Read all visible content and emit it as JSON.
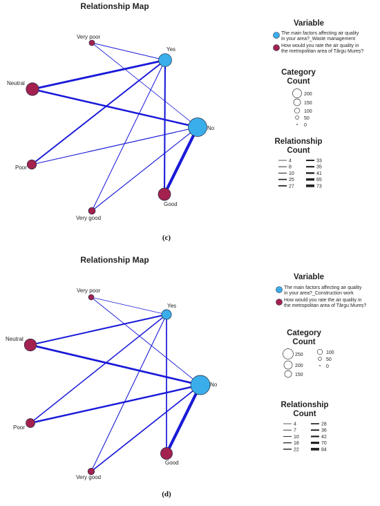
{
  "colors": {
    "blue_node": "#3aaeea",
    "red_node": "#a3214f",
    "edge": "#1a1ad8",
    "outline": "#1f2a44"
  },
  "panels": [
    {
      "title": "Relationship Map",
      "caption": "(c)",
      "nodes": [
        {
          "id": "very_poor",
          "label": "Very poor",
          "group": "rating",
          "count": 4
        },
        {
          "id": "yes",
          "label": "Yes",
          "group": "factor",
          "count": 80
        },
        {
          "id": "neutral",
          "label": "Neutral",
          "group": "rating",
          "count": 75
        },
        {
          "id": "no",
          "label": "No",
          "group": "factor",
          "count": 200
        },
        {
          "id": "poor",
          "label": "Poor",
          "group": "rating",
          "count": 30
        },
        {
          "id": "good",
          "label": "Good",
          "group": "rating",
          "count": 70
        },
        {
          "id": "very_good",
          "label": "Very good",
          "group": "rating",
          "count": 10
        }
      ],
      "edges": [
        {
          "from": "very_poor",
          "to": "yes",
          "count": 8
        },
        {
          "from": "very_poor",
          "to": "no",
          "count": 4
        },
        {
          "from": "neutral",
          "to": "yes",
          "count": 41
        },
        {
          "from": "neutral",
          "to": "no",
          "count": 35
        },
        {
          "from": "poor",
          "to": "yes",
          "count": 25
        },
        {
          "from": "poor",
          "to": "no",
          "count": 10
        },
        {
          "from": "good",
          "to": "yes",
          "count": 27
        },
        {
          "from": "good",
          "to": "no",
          "count": 65
        },
        {
          "from": "very_good",
          "to": "yes",
          "count": 8
        },
        {
          "from": "very_good",
          "to": "no",
          "count": 10
        }
      ],
      "legend": {
        "variable_title": "Variable",
        "variables": [
          {
            "group": "factor",
            "text": [
              "The main factors affecting air quality",
              "in your area?_Waste management"
            ]
          },
          {
            "group": "rating",
            "text": [
              "How would you rate the air quality in",
              "the metropolitan area of Târgu Mureș?"
            ]
          }
        ],
        "category_title": [
          "Category",
          "Count"
        ],
        "category_counts": [
          200,
          150,
          100,
          50,
          0
        ],
        "relationship_title": [
          "Relationship",
          "Count"
        ],
        "relationship_counts": [
          4,
          8,
          10,
          25,
          27,
          33,
          35,
          41,
          65,
          73
        ]
      }
    },
    {
      "title": "Relationship Map",
      "caption": "(d)",
      "nodes": [
        {
          "id": "very_poor",
          "label": "Very poor",
          "group": "rating",
          "count": 4
        },
        {
          "id": "yes",
          "label": "Yes",
          "group": "factor",
          "count": 40
        },
        {
          "id": "neutral",
          "label": "Neutral",
          "group": "rating",
          "count": 75
        },
        {
          "id": "no",
          "label": "No",
          "group": "factor",
          "count": 250
        },
        {
          "id": "poor",
          "label": "Poor",
          "group": "rating",
          "count": 30
        },
        {
          "id": "good",
          "label": "Good",
          "group": "rating",
          "count": 70
        },
        {
          "id": "very_good",
          "label": "Very good",
          "group": "rating",
          "count": 10
        }
      ],
      "edges": [
        {
          "from": "very_poor",
          "to": "yes",
          "count": 4
        },
        {
          "from": "very_poor",
          "to": "no",
          "count": 7
        },
        {
          "from": "neutral",
          "to": "yes",
          "count": 28
        },
        {
          "from": "neutral",
          "to": "no",
          "count": 42
        },
        {
          "from": "poor",
          "to": "yes",
          "count": 18
        },
        {
          "from": "poor",
          "to": "no",
          "count": 36
        },
        {
          "from": "good",
          "to": "yes",
          "count": 22
        },
        {
          "from": "good",
          "to": "no",
          "count": 70
        },
        {
          "from": "very_good",
          "to": "yes",
          "count": 10
        },
        {
          "from": "very_good",
          "to": "no",
          "count": 22
        }
      ],
      "legend": {
        "variable_title": "Variable",
        "variables": [
          {
            "group": "factor",
            "text": [
              "The main factors affecting air quality",
              "in your area?_Construction work"
            ]
          },
          {
            "group": "rating",
            "text": [
              "How would you rate the air quality in",
              "the metropolitan area of Târgu Mureș?"
            ]
          }
        ],
        "category_title": [
          "Category",
          "Count"
        ],
        "category_counts": [
          250,
          200,
          150,
          100,
          50,
          0
        ],
        "relationship_title": [
          "Relationship",
          "Count"
        ],
        "relationship_counts": [
          4,
          7,
          10,
          18,
          22,
          28,
          36,
          42,
          70,
          84
        ]
      }
    }
  ]
}
